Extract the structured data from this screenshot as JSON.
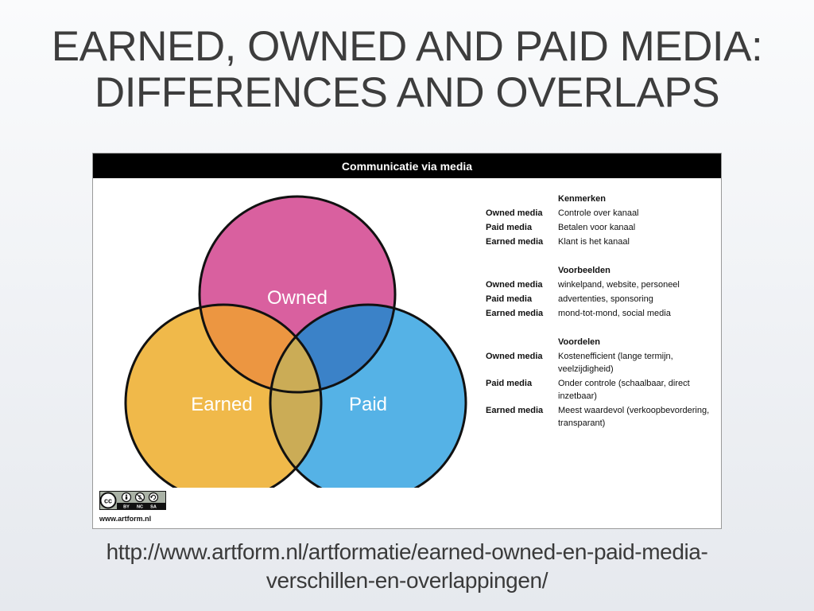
{
  "slide": {
    "title_line1": "EARNED, OWNED AND PAID MEDIA:",
    "title_line2": "DIFFERENCES AND OVERLAPS",
    "source_url_line1": "http://www.artform.nl/artformatie/earned-owned-en-paid-media-",
    "source_url_line2": "verschillen-en-overlappingen/"
  },
  "figure": {
    "header": "Communicatie via media",
    "circles": {
      "owned": {
        "label": "Owned",
        "color": "#d9609f"
      },
      "earned": {
        "label": "Earned",
        "color": "#f0b94a"
      },
      "paid": {
        "label": "Paid",
        "color": "#55b2e6"
      },
      "overlap_owned_earned": "#ec9641",
      "overlap_owned_paid": "#3b82c8",
      "overlap_earned_paid": "#cbac56"
    },
    "legend": {
      "kenmerken": {
        "heading": "Kenmerken",
        "rows": [
          {
            "key": "Owned media",
            "value": "Controle over kanaal"
          },
          {
            "key": "Paid media",
            "value": "Betalen voor kanaal"
          },
          {
            "key": "Earned media",
            "value": "Klant is het kanaal"
          }
        ]
      },
      "voorbeelden": {
        "heading": "Voorbeelden",
        "rows": [
          {
            "key": "Owned media",
            "value": "winkelpand, website, personeel"
          },
          {
            "key": "Paid media",
            "value": "advertenties, sponsoring"
          },
          {
            "key": "Earned media",
            "value": "mond-tot-mond, social media"
          }
        ]
      },
      "voordelen": {
        "heading": "Voordelen",
        "rows": [
          {
            "key": "Owned media",
            "value": "Kostenefficient (lange termijn, veelzijdigheid)"
          },
          {
            "key": "Paid media",
            "value": "Onder controle (schaalbaar, direct inzetbaar)"
          },
          {
            "key": "Earned media",
            "value": "Meest waardevol (verkoopbevordering, transparant)"
          }
        ]
      }
    },
    "license": {
      "cc": "cc",
      "by": "BY",
      "nc": "NC",
      "sa": "SA",
      "site": "www.artform.nl"
    }
  }
}
